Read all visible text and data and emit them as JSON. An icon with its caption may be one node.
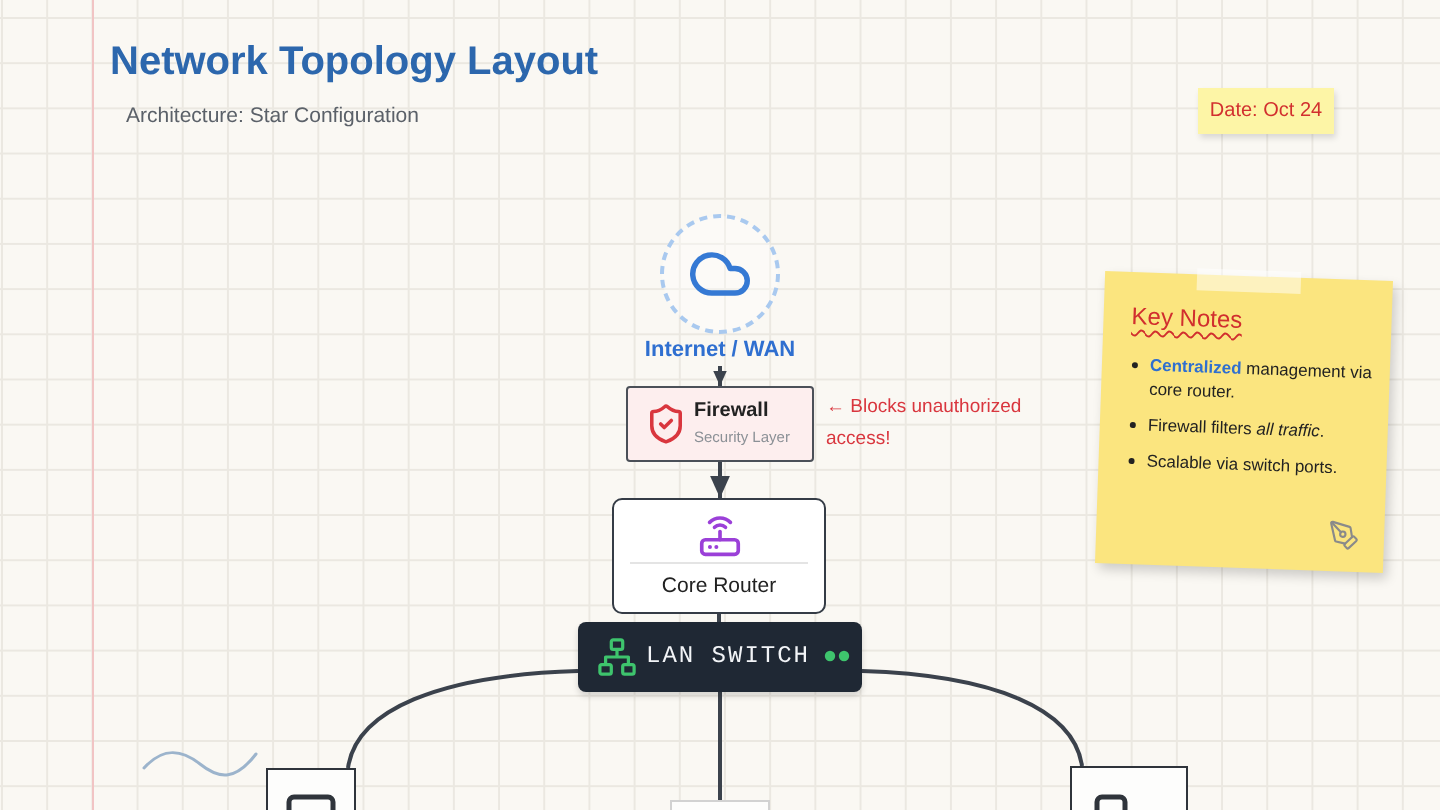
{
  "diagram": {
    "title": "Network Topology Layout",
    "nodes": [
      {
        "text": [
          "Date: Oct 24"
        ]
      },
      {
        "text": [
          "Internet / WAN"
        ]
      },
      {
        "text": [
          "Firewall",
          "Security Layer"
        ],
        "beside": [
          "← Blocks unauthorized access!"
        ]
      },
      {
        "text": [
          "Core Router"
        ]
      },
      {
        "text": [
          "LAN SWITCH"
        ]
      },
      {
        "text": [],
        "shape": "box"
      },
      {
        "text": [],
        "shape": "box"
      },
      {
        "text": [],
        "shape": "box"
      },
      {
        "text": [
          "Key Notes",
          "**Centralized** management via core router.",
          "Firewall filters *all traffic*.",
          "Scalable via switch ports."
        ]
      }
    ],
    "edges": [
      {
        "from": 1,
        "to": 2,
        "arrow": "to"
      },
      {
        "from": 2,
        "to": 3,
        "arrow": "to"
      },
      {
        "from": 3,
        "to": 4,
        "arrow": "none"
      },
      {
        "from": 4,
        "to": 5,
        "arrow": "none"
      },
      {
        "from": 4,
        "to": 6,
        "arrow": "none"
      },
      {
        "from": 4,
        "to": 7,
        "arrow": "none"
      }
    ],
    "labels": [
      "Architecture: Star Configuration"
    ]
  }
}
